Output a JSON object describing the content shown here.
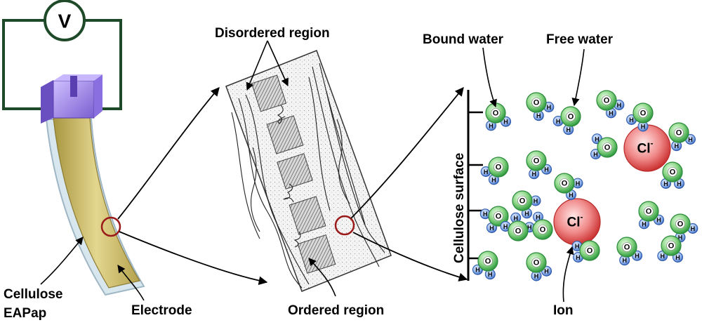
{
  "voltmeter": {
    "symbol": "V"
  },
  "labels": {
    "cellulose_line1": "Cellulose",
    "cellulose_line2": "EAPap",
    "electrode": "Electrode",
    "disordered_region": "Disordered region",
    "ordered_region": "Ordered region",
    "bound_water": "Bound water",
    "free_water": "Free water",
    "cellulose_surface": "Cellulose surface",
    "ion": "Ion"
  },
  "molecules": {
    "oxygen": "O",
    "hydrogen": "H",
    "ion_symbol": "Cl",
    "ion_charge": "-"
  },
  "colors": {
    "circuit_wire": "#1f4a2a",
    "clamp": "#9a7fe0",
    "electrode_gold": "#c8b86a",
    "water_green": "#33a84a",
    "hydrogen_blue": "#3a6fc8",
    "ion_red": "#d83a3a",
    "highlight_circle": "#9b1b1b"
  }
}
